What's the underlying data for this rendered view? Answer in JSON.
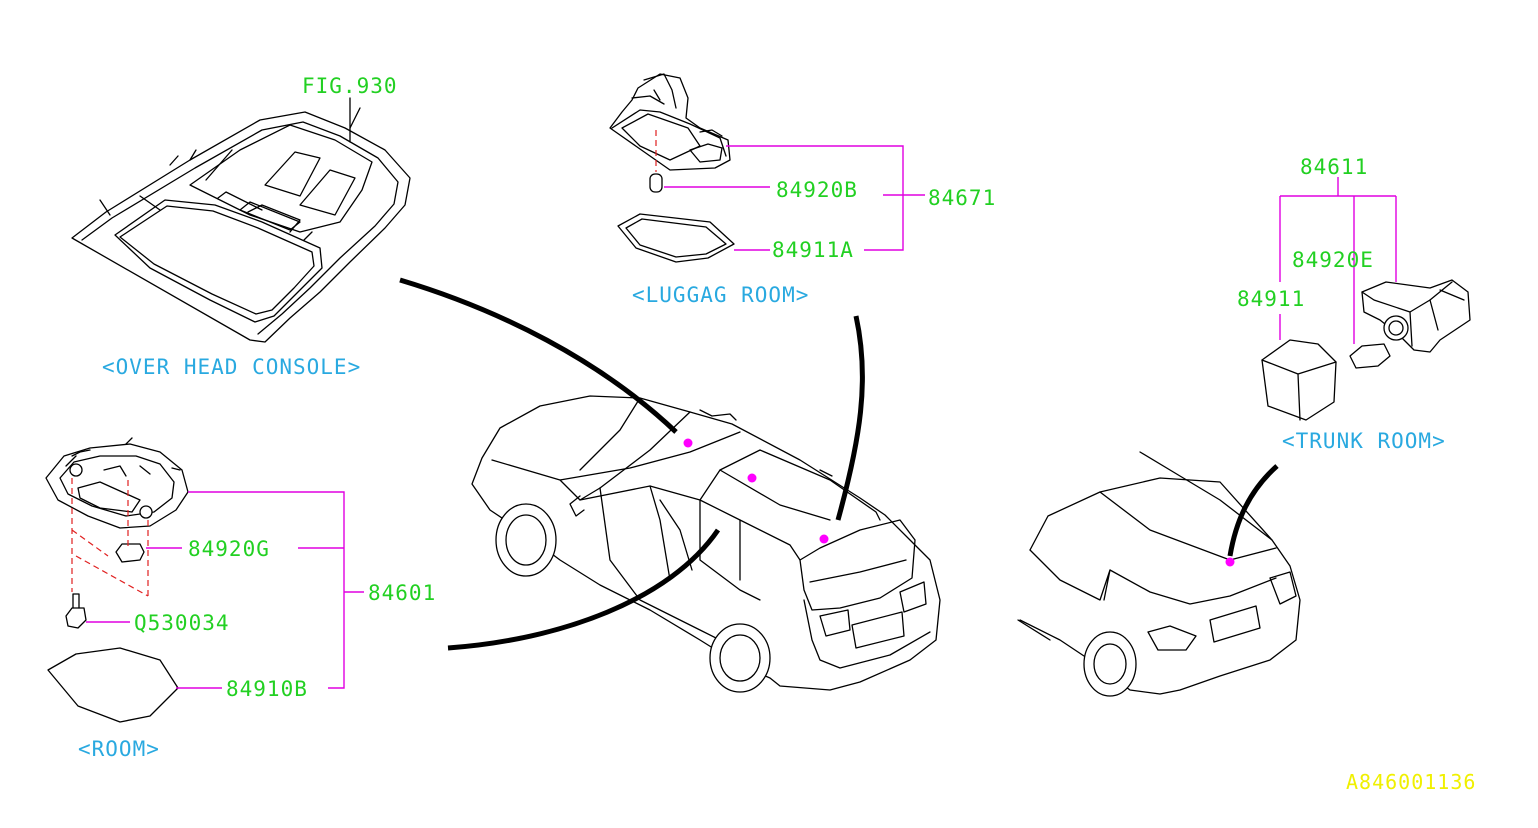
{
  "diagram": {
    "drawing_code": "A846001136",
    "sections": {
      "overhead_console": "<OVER HEAD CONSOLE>",
      "luggage_room": "<LUGGAG ROOM>",
      "room": "<ROOM>",
      "trunk_room": "<TRUNK ROOM>"
    },
    "parts": {
      "fig_ref": "FIG.930",
      "luggage_bulb": "84920B",
      "luggage_assy": "84671",
      "luggage_lens": "84911A",
      "trunk_assy": "84611",
      "trunk_bulb": "84920E",
      "trunk_lens": "84911",
      "room_bulb": "84920G",
      "room_assy": "84601",
      "room_screw": "Q530034",
      "room_lens": "84910B"
    },
    "colors": {
      "part_label": "#22d022",
      "section_label": "#29a9e0",
      "leader_line": "#e000e0",
      "hidden_line": "#e02020",
      "location_dot": "#ff00ff",
      "drawing_code": "#f0f000"
    }
  }
}
